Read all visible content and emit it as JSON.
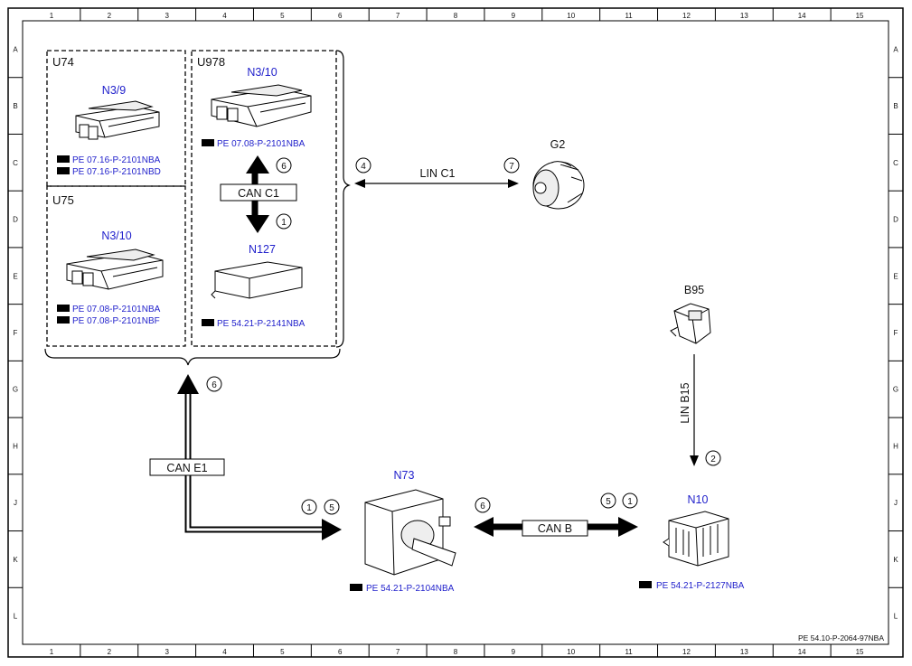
{
  "grid": {
    "columns": [
      "1",
      "2",
      "3",
      "4",
      "5",
      "6",
      "7",
      "8",
      "9",
      "10",
      "11",
      "12",
      "13",
      "14",
      "15"
    ],
    "rows": [
      "A",
      "B",
      "C",
      "D",
      "E",
      "F",
      "G",
      "H",
      "J",
      "K",
      "L"
    ]
  },
  "footer_ref": "PE 54.10-P-2064-97NBA",
  "groups": {
    "u74": "U74",
    "u75": "U75",
    "u978": "U978"
  },
  "components": {
    "n3_9": {
      "label": "N3/9",
      "refs": [
        "PE 07.16-P-2101NBA",
        "PE 07.16-P-2101NBD"
      ]
    },
    "n3_10_u75": {
      "label": "N3/10",
      "refs": [
        "PE 07.08-P-2101NBA",
        "PE 07.08-P-2101NBF"
      ]
    },
    "n3_10_u978": {
      "label": "N3/10",
      "refs": [
        "PE 07.08-P-2101NBA"
      ]
    },
    "n127": {
      "label": "N127",
      "refs": [
        "PE 54.21-P-2141NBA"
      ]
    },
    "g2": {
      "label": "G2"
    },
    "b95": {
      "label": "B95"
    },
    "n73": {
      "label": "N73",
      "refs": [
        "PE 54.21-P-2104NBA"
      ]
    },
    "n10": {
      "label": "N10",
      "refs": [
        "PE 54.21-P-2127NBA"
      ]
    }
  },
  "buses": {
    "can_c1": "CAN C1",
    "lin_c1": "LIN C1",
    "lin_b15": "LIN B15",
    "can_e1": "CAN E1",
    "can_b": "CAN B"
  },
  "markers": {
    "m6_cancl": "6",
    "m1_cancl": "1",
    "m4_lin": "4",
    "m7_lin": "7",
    "m6_cane": "6",
    "m2_linb": "2",
    "m1_n73": "1",
    "m5_n73": "5",
    "m6_canb": "6",
    "m5_canb": "5",
    "m1_canb": "1"
  }
}
